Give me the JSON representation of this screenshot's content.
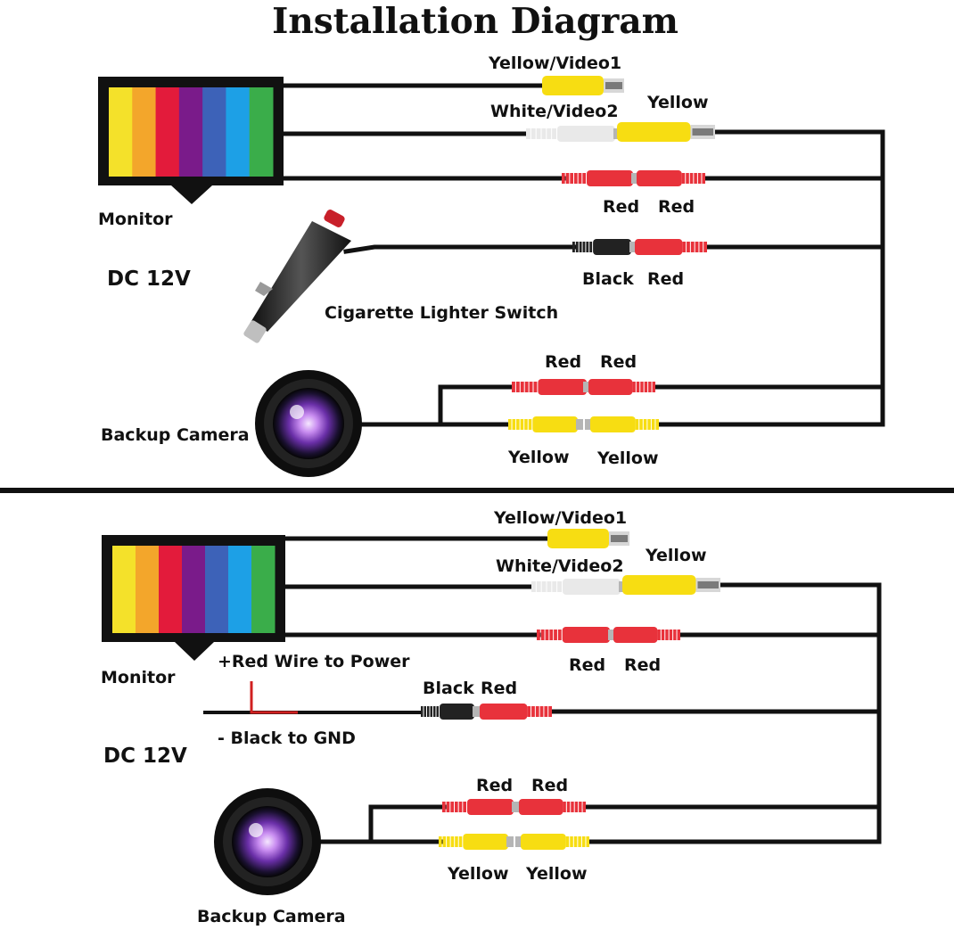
{
  "title": "Installation Diagram",
  "colors": {
    "wire": "#111111",
    "yellow": "#f7dd12",
    "red": "#e8323b",
    "white": "#e9e9e9",
    "black": "#222222",
    "stripes": [
      "#f4e12a",
      "#f3a62b",
      "#e31b3b",
      "#7a1b8a",
      "#3d62b8",
      "#1da0e6",
      "#3aad4a"
    ]
  },
  "top": {
    "monitor_label": "Monitor",
    "power_label": "DC 12V",
    "lighter_label": "Cigarette Lighter Switch",
    "camera_label": "Backup Camera",
    "video1_label": "Yellow/Video",
    "video1_num": "1",
    "video2_label": "White/Video",
    "video2_num": "2",
    "video2_mate": "Yellow",
    "power_left": "Red",
    "power_right": "Red",
    "lighter_left": "Black",
    "lighter_right": "Red",
    "cam_power_left": "Red",
    "cam_power_right": "Red",
    "cam_video_left": "Yellow",
    "cam_video_right": "Yellow"
  },
  "bottom": {
    "monitor_label": "Monitor",
    "power_label": "DC 12V",
    "red_wire_label": "+Red Wire to Power",
    "black_wire_label": "- Black to GND",
    "camera_label": "Backup Camera",
    "video1_label": "Yellow/Video",
    "video1_num": "1",
    "video2_label": "White/Video",
    "video2_num": "2",
    "video2_mate": "Yellow",
    "power_left": "Red",
    "power_right": "Red",
    "gnd_left": "Black",
    "gnd_right": "Red",
    "cam_power_left": "Red",
    "cam_power_right": "Red",
    "cam_video_left": "Yellow",
    "cam_video_right": "Yellow"
  }
}
